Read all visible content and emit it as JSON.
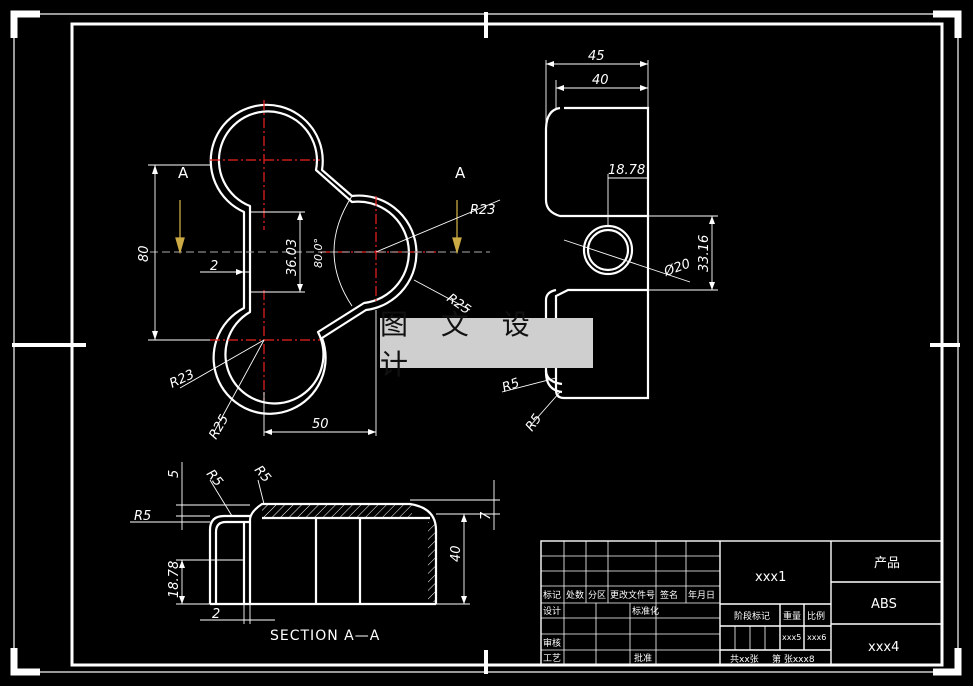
{
  "watermark": "图 文 设 计",
  "front_view": {
    "section_labels": [
      "A",
      "A"
    ],
    "dims": {
      "height_80": "80",
      "dim_36_03": "36.03",
      "dim_2": "2",
      "angle": "80.0°",
      "r23_top": "R23",
      "r25_right": "R25",
      "r23_left": "R23",
      "r25_left": "R25",
      "width_50": "50"
    }
  },
  "side_view": {
    "dims": {
      "w45": "45",
      "w40": "40",
      "d18_78": "18.78",
      "dia20": "Ø20",
      "h33_16": "33.16",
      "r5_a": "R5",
      "r5_b": "R5"
    }
  },
  "section_view": {
    "title": "SECTION A—A",
    "dims": {
      "d5": "5",
      "r5_1": "R5",
      "r5_2": "R5",
      "r5_left": "R5",
      "d7": "7",
      "d40": "40",
      "d18_78": "18.78",
      "d2": "2"
    }
  },
  "title_block": {
    "drawing_no": "xxx1",
    "product_label": "产品",
    "material": "ABS",
    "code": "xxx4",
    "headers": {
      "mark": "标记",
      "count": "处数",
      "zone": "分区",
      "change_doc": "更改文件号",
      "sign": "签名",
      "date": "年月日"
    },
    "design": "设计",
    "standardize": "标准化",
    "review": "审核",
    "process": "工艺",
    "approve": "批准",
    "stage_mark": "阶段标记",
    "weight": "重量",
    "scale": "比例",
    "weight_val": "xxx5",
    "scale_val": "xxx6",
    "sheets": "共xx张",
    "sheet_no": "第 张xxx8"
  }
}
